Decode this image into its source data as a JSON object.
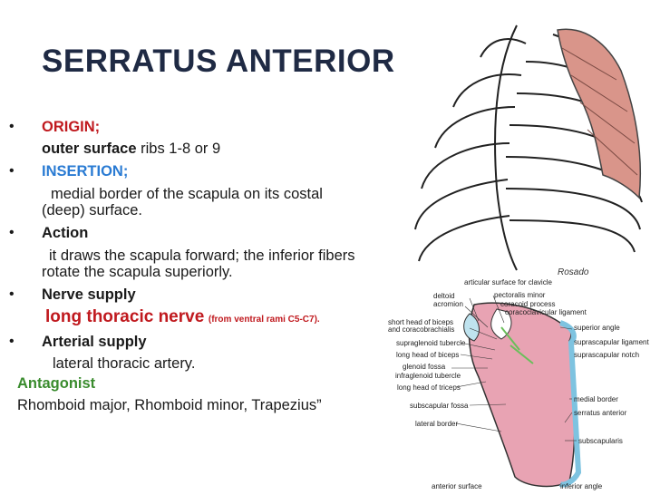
{
  "slide": {
    "title": "SERRATUS ANTERIOR",
    "origin": {
      "heading": "ORIGIN;",
      "bold_part": "outer surface",
      "rest": " ribs 1-8 or 9"
    },
    "insertion": {
      "heading": "INSERTION;",
      "line1": "medial border of the scapula on its costal",
      "line2": "(deep) surface."
    },
    "action": {
      "heading": "Action",
      "line1": "it draws the scapula forward; the inferior fibers",
      "line2": "rotate the scapula superiorly."
    },
    "nerve": {
      "heading": "Nerve supply",
      "name": "long thoracic nerve",
      "note": "(from ventral rami C5-C7)."
    },
    "arterial": {
      "heading": "Arterial supply",
      "line1": "lateral thoracic artery."
    },
    "antagonist": {
      "heading": "Antagonist",
      "line1": "Rhomboid major, Rhomboid minor, Trapezius”"
    }
  },
  "figure_labels": {
    "articular": "articular surface for clavicle",
    "pectoralis_minor": "pectoralis minor",
    "deltoid": "deltoid",
    "coracoid_process": "coracoid process",
    "acromion": "acromion",
    "coracoclavicular": "coracoclavicular ligament",
    "short_head": "short head of biceps",
    "and_coracobrachialis": "and coracobrachialis",
    "superior_angle": "superior angle",
    "supraglenoid": "supraglenoid tubercle",
    "suprascapular_ligament": "suprascapular ligament",
    "long_head_biceps": "long head of biceps",
    "suprascapular_notch": "suprascapular notch",
    "glenoid_fossa": "glenoid fossa",
    "infraglenoid": "infraglenoid tubercle",
    "long_head_triceps": "long head of triceps",
    "subscapular_fossa": "subscapular fossa",
    "medial_border": "medial border",
    "serratus_anterior": "serratus anterior",
    "lateral_border": "lateral border",
    "subscapularis": "subscapularis",
    "anterior_surface": "anterior surface",
    "inferior_angle": "inferior angle",
    "signature": "Rosado"
  },
  "colors": {
    "heading_red": "#c0191e",
    "heading_blue": "#2a7bd3",
    "antagonist_green": "#3a8c2e",
    "muscle": "#d9958a",
    "scapula_blue": "#7ec3e0"
  }
}
